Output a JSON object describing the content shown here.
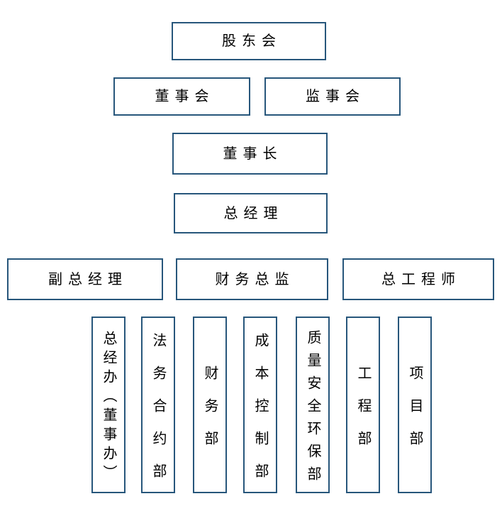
{
  "colors": {
    "border": "#27567b",
    "text": "#000000",
    "background": "#ffffff"
  },
  "org": {
    "shareholders_meeting": "股东会",
    "board_of_directors": "董事会",
    "supervisory_board": "监事会",
    "chairman": "董事长",
    "general_manager": "总经理",
    "deputy_general_manager": "副总经理",
    "finance_director": "财务总监",
    "chief_engineer": "总工程师",
    "departments": [
      "总经办（董事办）",
      "法务合约部",
      "财务部",
      "成本控制部",
      "质量安全环保部",
      "工程部",
      "项目部"
    ]
  }
}
